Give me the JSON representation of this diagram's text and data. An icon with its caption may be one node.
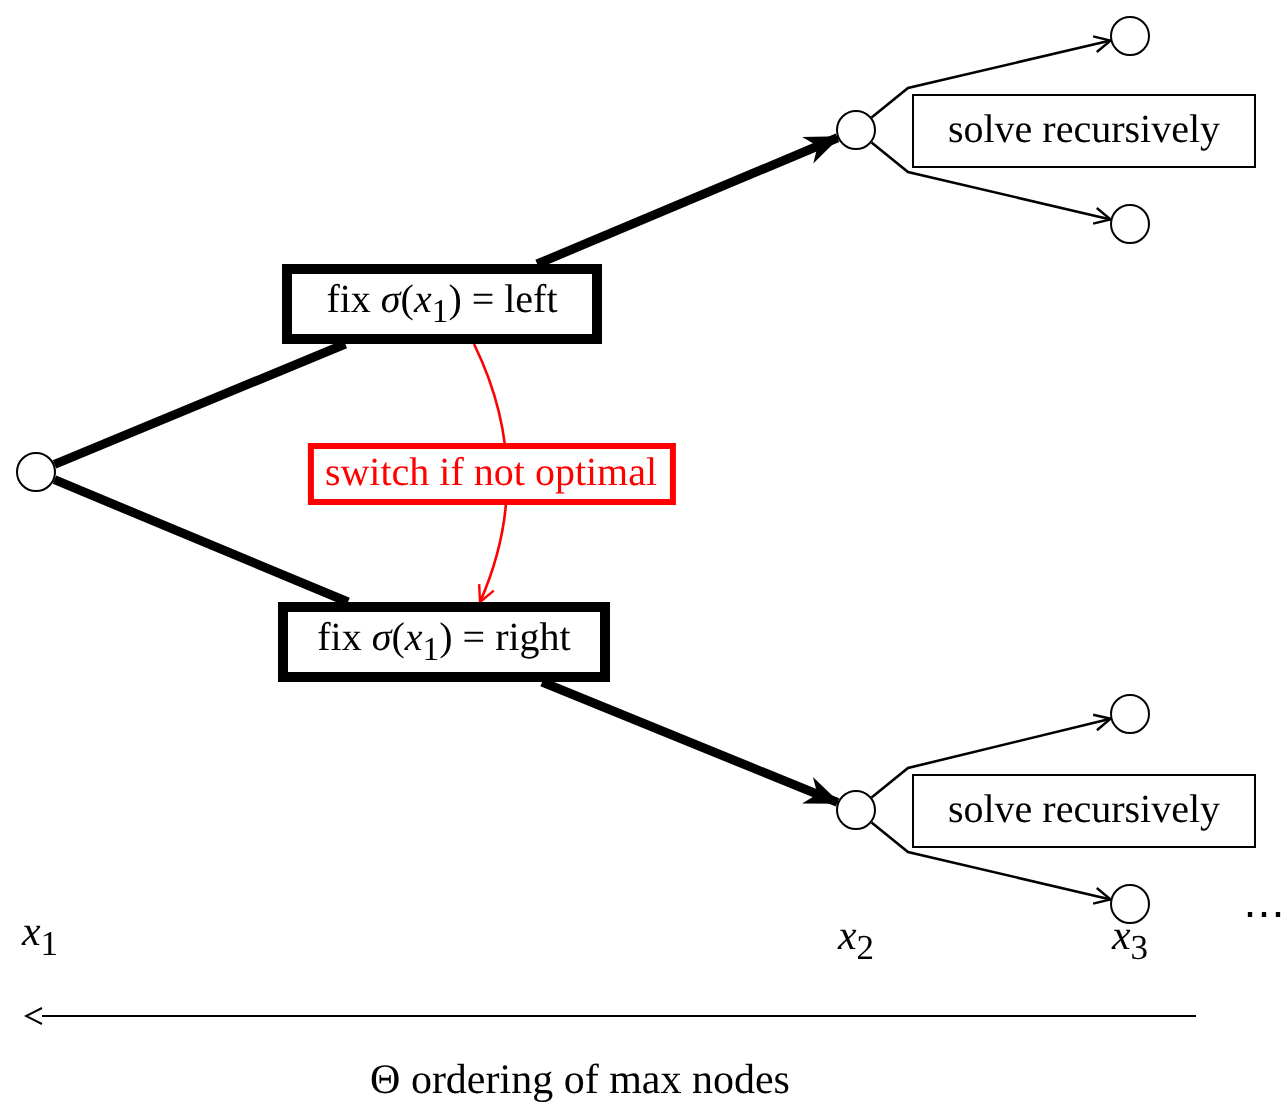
{
  "diagram": {
    "nodes": [
      {
        "text": [],
        "shape": "circle"
      },
      {
        "text": [
          "fix *σ*(*x*$_{1}$) = left"
        ]
      },
      {
        "text": [
          "fix *σ*(*x*$_{1}$) = right"
        ]
      },
      {
        "text": [],
        "shape": "circle"
      },
      {
        "text": [
          "solve recursively"
        ]
      },
      {
        "text": [],
        "shape": "circle"
      },
      {
        "text": [],
        "shape": "circle"
      },
      {
        "text": [],
        "shape": "circle"
      },
      {
        "text": [
          "solve recursively"
        ]
      },
      {
        "text": [],
        "shape": "circle"
      },
      {
        "text": [],
        "shape": "circle"
      }
    ],
    "edges": [
      {
        "from": 0,
        "to": 1,
        "arrow": "none",
        "style": "thick"
      },
      {
        "from": 1,
        "to": 3,
        "arrow": "to",
        "style": "thick"
      },
      {
        "from": 0,
        "to": 2,
        "arrow": "none",
        "style": "thick"
      },
      {
        "from": 2,
        "to": 7,
        "arrow": "to",
        "style": "thick"
      },
      {
        "from": 1,
        "to": 2,
        "arrow": "to",
        "label": "switch if not optimal",
        "color": "#ff0000"
      },
      {
        "from": 3,
        "to": 5,
        "arrow": "to"
      },
      {
        "from": 3,
        "to": 6,
        "arrow": "to"
      },
      {
        "from": 7,
        "to": 9,
        "arrow": "to"
      },
      {
        "from": 7,
        "to": 10,
        "arrow": "to"
      }
    ],
    "labels": [
      "*x*$_{1}$",
      "*x*$_{2}$",
      "*x*$_{3}$",
      "⋯",
      "Θ ordering of max nodes"
    ]
  }
}
